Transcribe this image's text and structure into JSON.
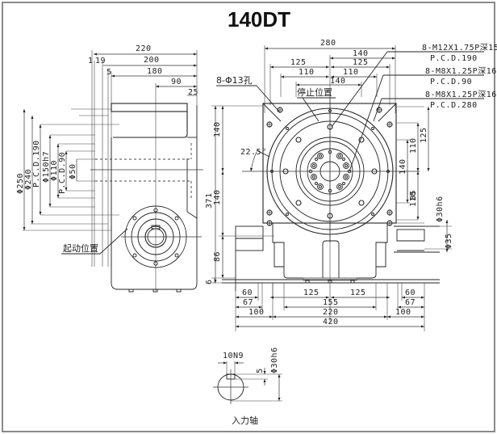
{
  "title": "140DT",
  "units": "mm",
  "views": {
    "side_view": {
      "top_dims": [
        "220",
        "200",
        "180",
        "90",
        "25",
        "1",
        "19",
        "5"
      ],
      "left_dims": [
        "Φ250",
        "Φ240",
        "P.C.D.190",
        "Φ150h7",
        "Φ110",
        "P.C.D.90",
        "Φ50"
      ],
      "label_start_position": "起动位置"
    },
    "front_view": {
      "top_dims": [
        "280",
        "140",
        "125",
        "125",
        "110",
        "110",
        "140"
      ],
      "hole_note": "8-Φ13孔",
      "stop_position": "停止位置",
      "angle": "22.5°",
      "left_dims": [
        "371",
        "140",
        "140",
        "86",
        "6"
      ],
      "right_dims": [
        "125",
        "110",
        "110",
        "140",
        "85",
        "Φ30h6",
        "Φ35"
      ],
      "bottom_dims": [
        "60",
        "67",
        "100",
        "125",
        "125",
        "155",
        "220",
        "60",
        "67",
        "100",
        "420"
      ],
      "callouts": [
        {
          "line1": "8-M12X1.75P深15",
          "line2": "P.C.D.190"
        },
        {
          "line1": "8-M8X1.25P深16",
          "line2": "P.C.D.90"
        },
        {
          "line1": "8-M8X1.25P深16",
          "line2": "P.C.D.280"
        }
      ]
    },
    "input_shaft": {
      "key_width": "10N9",
      "key_depth": "5",
      "diameter": "Φ30h6",
      "label": "入力轴"
    }
  }
}
